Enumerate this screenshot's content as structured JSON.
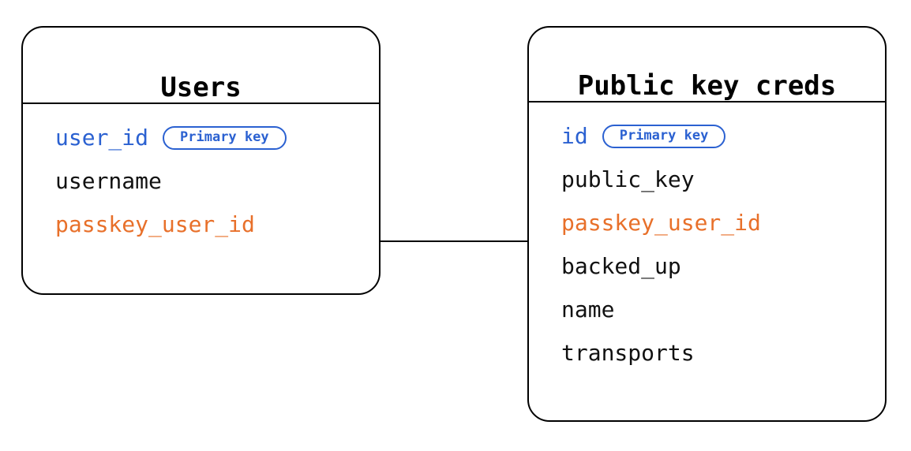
{
  "diagram": {
    "type": "entity-relationship-diagram",
    "background_color": "#ffffff",
    "colors": {
      "border": "#000000",
      "primary_key": "#2b61d1",
      "foreign_key": "#e8702a",
      "plain_field": "#111111",
      "badge_border": "#2b61d1",
      "connector": "#000000"
    }
  },
  "entities": [
    {
      "id": "users",
      "title": "Users",
      "fields": [
        {
          "name": "user_id",
          "kind": "pk",
          "badge": "Primary key"
        },
        {
          "name": "username",
          "kind": "plain",
          "badge": null
        },
        {
          "name": "passkey_user_id",
          "kind": "fk",
          "badge": null
        }
      ]
    },
    {
      "id": "pkcreds",
      "title": "Public key creds",
      "fields": [
        {
          "name": "id",
          "kind": "pk",
          "badge": "Primary key"
        },
        {
          "name": "public_key",
          "kind": "plain",
          "badge": null
        },
        {
          "name": "passkey_user_id",
          "kind": "fk",
          "badge": null
        },
        {
          "name": "backed_up",
          "kind": "plain",
          "badge": null
        },
        {
          "name": "name",
          "kind": "plain",
          "badge": null
        },
        {
          "name": "transports",
          "kind": "plain",
          "badge": null
        }
      ]
    }
  ],
  "relationships": [
    {
      "id": "users-pkcreds",
      "from_entity": "users",
      "from_field": "passkey_user_id",
      "to_entity": "pkcreds",
      "to_field": "passkey_user_id",
      "style": "solid-line"
    }
  ]
}
